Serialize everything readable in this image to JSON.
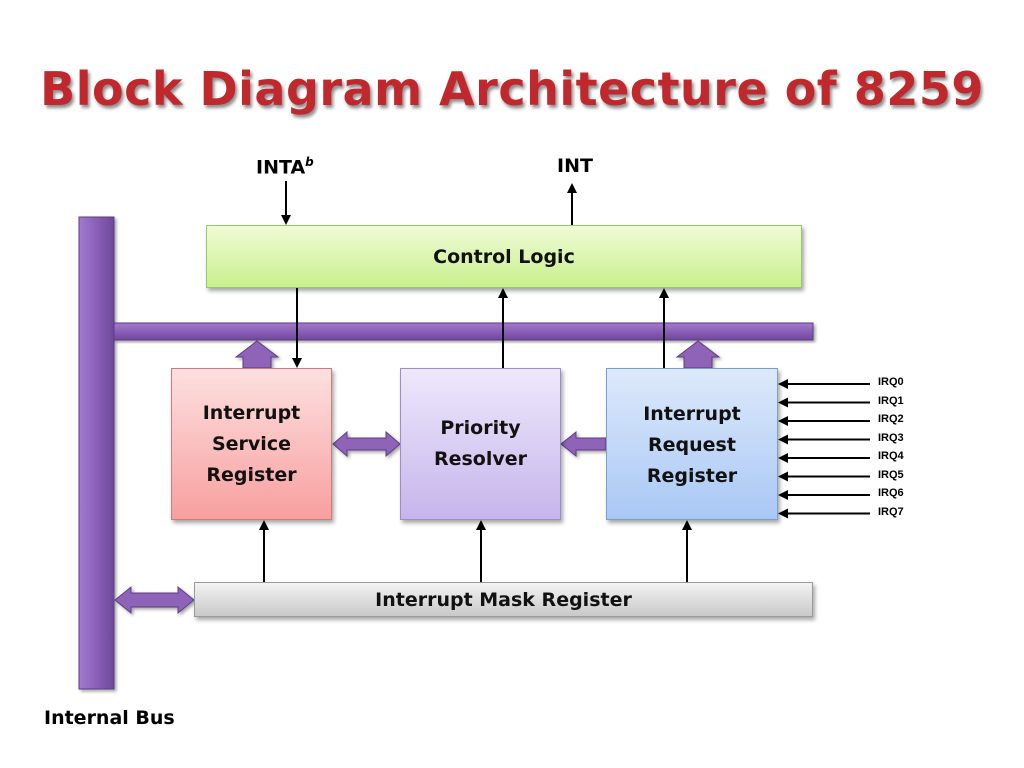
{
  "title": "Block Diagram Architecture of 8259",
  "blocks": {
    "control_logic": "Control Logic",
    "isr": "Interrupt\nService\nRegister",
    "priority_resolver": "Priority\nResolver",
    "irr": "Interrupt\nRequest\nRegister",
    "imr": "Interrupt Mask Register"
  },
  "signals": {
    "inta": "INTA",
    "inta_superscript": "b",
    "int": "INT",
    "internal_bus": "Internal Bus"
  },
  "irq_lines": [
    "IRQ0",
    "IRQ1",
    "IRQ2",
    "IRQ3",
    "IRQ4",
    "IRQ5",
    "IRQ6",
    "IRQ7"
  ],
  "colors": {
    "title": "#c0282d",
    "bus": "#8e63b8",
    "control_logic": "#c8f08d",
    "isr": "#f89f9f",
    "priority_resolver": "#c6b5ec",
    "irr": "#a9c8f5",
    "imr": "#c9c9c9"
  }
}
